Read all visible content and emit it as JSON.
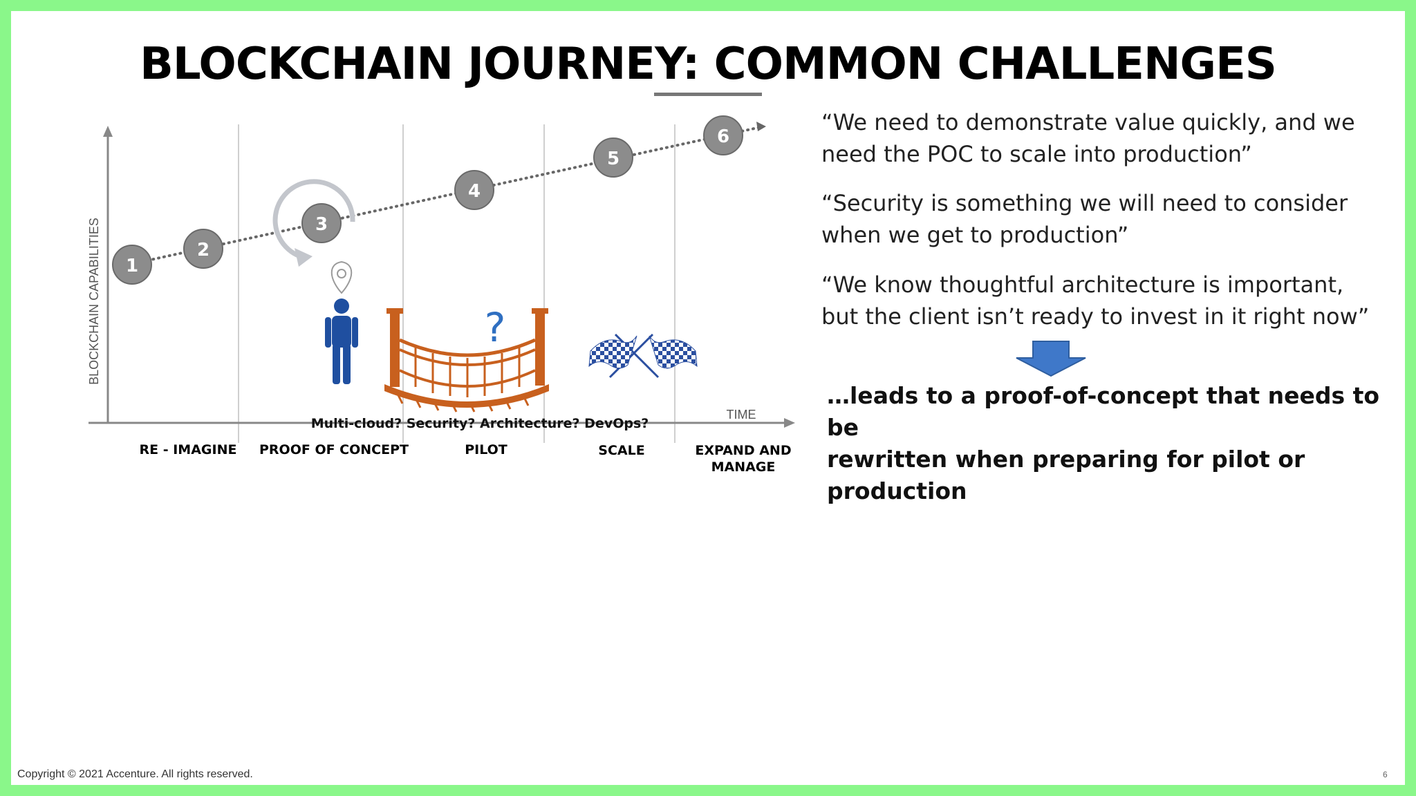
{
  "slide": {
    "title": "BLOCKCHAIN JOURNEY:  COMMON CHALLENGES",
    "footer_copyright": "Copyright © 2021 Accenture. All rights reserved.",
    "page_number": "6"
  },
  "diagram": {
    "y_axis_label": "BLOCKCHAIN CAPABILITIES",
    "x_axis_label": "TIME",
    "phases": [
      "RE - IMAGINE",
      "PROOF OF CONCEPT",
      "PILOT",
      "SCALE",
      "EXPAND AND",
      "MANAGE"
    ],
    "steps": [
      "1",
      "2",
      "3",
      "4",
      "5",
      "6"
    ],
    "question_mark": "?",
    "questions": "Multi-cloud? Security? Architecture? DevOps?",
    "icons": [
      "location-pin-icon",
      "person-icon",
      "rope-bridge-icon",
      "checkered-flags-icon",
      "cycle-arrow-icon",
      "down-arrow-icon"
    ],
    "colors": {
      "step_circle": "#8c8c8c",
      "person": "#1f4fa0",
      "bridge": "#c8601e",
      "arrow": "#3f78c9"
    }
  },
  "quotes": [
    {
      "line1": "“We need to demonstrate value quickly, and we",
      "line2": "need the POC to scale into production”"
    },
    {
      "line1": "“Security is something we will need to consider",
      "line2": "when we get to production”"
    },
    {
      "line1": "“We know thoughtful architecture is important,",
      "line2": "but the client isn’t ready to invest in it right now”"
    }
  ],
  "conclusion": {
    "line1": "…leads to a proof-of-concept that needs to be",
    "line2": "rewritten when preparing for pilot or production"
  }
}
